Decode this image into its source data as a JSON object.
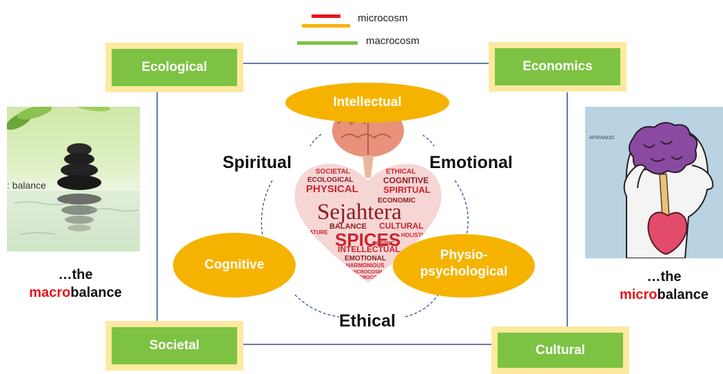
{
  "legend": {
    "items": [
      {
        "label": "microcosm",
        "colors": [
          "#e8141b",
          "#f5b300"
        ]
      },
      {
        "label": "macrocosm",
        "colors": [
          "#7dc242"
        ]
      }
    ]
  },
  "macro_boxes": {
    "ecological": "Ecological",
    "economics": "Economics",
    "societal": "Societal",
    "cultural": "Cultural"
  },
  "micro_ellipses": {
    "intellectual": "Intellectual",
    "cognitive": "Cognitive",
    "physio_line1": "Physio-",
    "physio_line2": "psychological"
  },
  "dimensions": {
    "spiritual": "Spiritual",
    "emotional": "Emotional",
    "ethical": "Ethical"
  },
  "left_image": {
    "overlay_text": ": balance",
    "caption_line1": "…the",
    "caption_highlight": "macro",
    "caption_rest": "balance"
  },
  "right_image": {
    "overlay_text": "AFRIANDO",
    "caption_line1": "…the",
    "caption_highlight": "micro",
    "caption_rest": "balance"
  },
  "word_cloud": {
    "center_word": "Sejahtera",
    "big_word": "SPICES",
    "words": [
      "SOCIETAL",
      "ECOLOGICAL",
      "PHYSICAL",
      "ETHICAL",
      "COGNITIVE",
      "SPIRITUAL",
      "ECONOMIC",
      "CULTURAL",
      "BALANCE",
      "INTELLECTUAL",
      "EMOTIONAL",
      "NATURE",
      "HOLISTIC",
      "COSMIC",
      "HARMONIOUS",
      "MICROCOSM",
      "MACROCOSM"
    ]
  },
  "colors": {
    "green": "#7dc242",
    "yellow_border": "#fde9a0",
    "orange": "#f5b300",
    "red": "#e8141b",
    "connector": "#2f4f8f"
  }
}
